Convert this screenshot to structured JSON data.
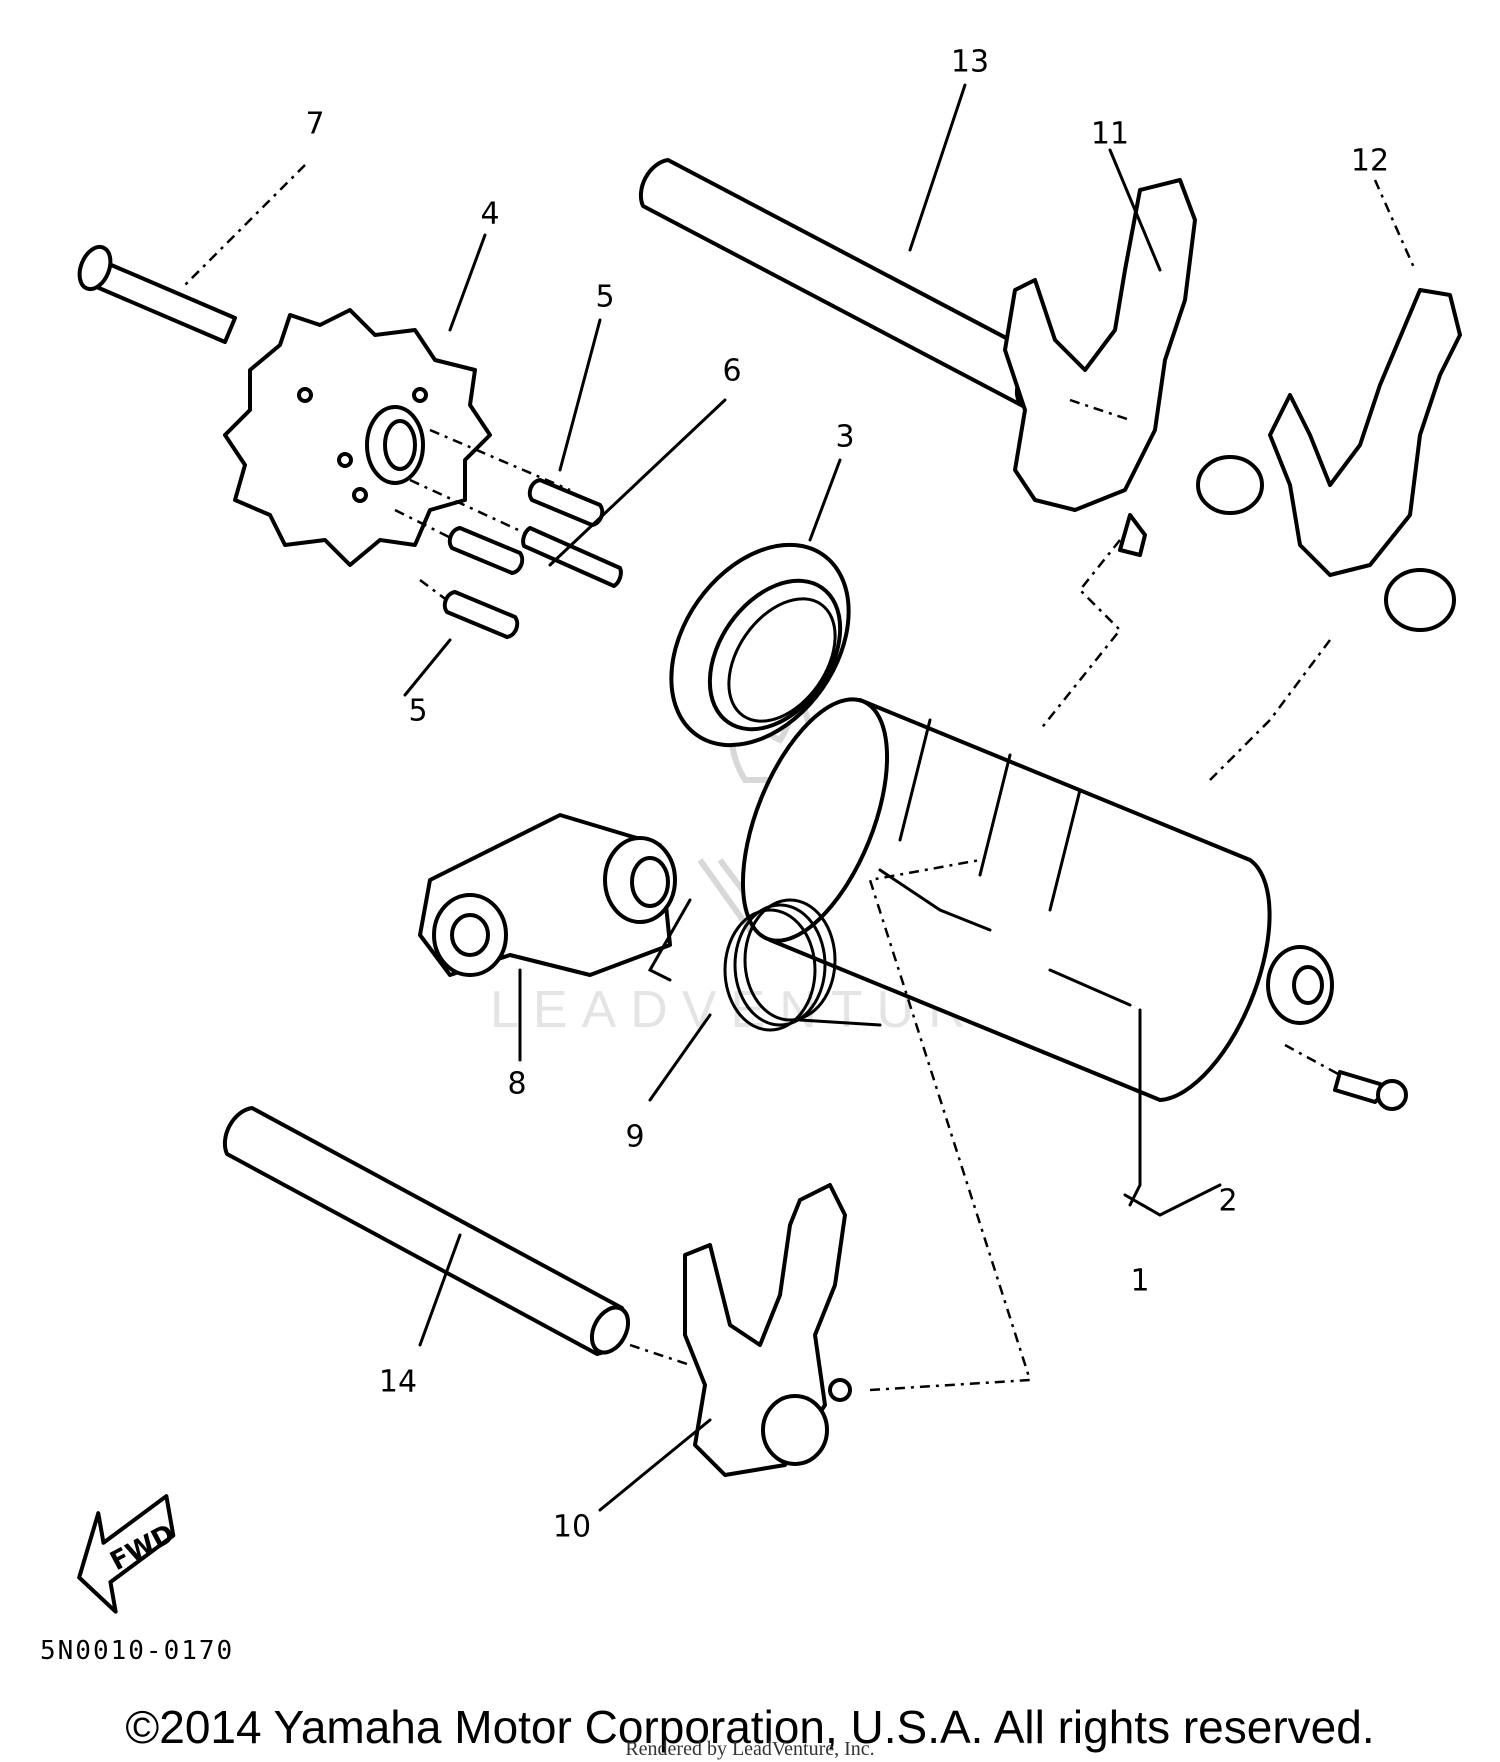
{
  "diagram": {
    "callouts": [
      "1",
      "2",
      "3",
      "4",
      "5",
      "5",
      "6",
      "7",
      "8",
      "9",
      "10",
      "11",
      "12",
      "13",
      "14"
    ],
    "fwd_label": "FWD",
    "code": "5N0010-0170"
  },
  "watermark": {
    "text": "LEADVENTURE"
  },
  "footer": {
    "copyright": "©2014 Yamaha Motor Corporation, U.S.A. All rights reserved.",
    "rendered_by": "Rendered by LeadVenture, Inc."
  }
}
